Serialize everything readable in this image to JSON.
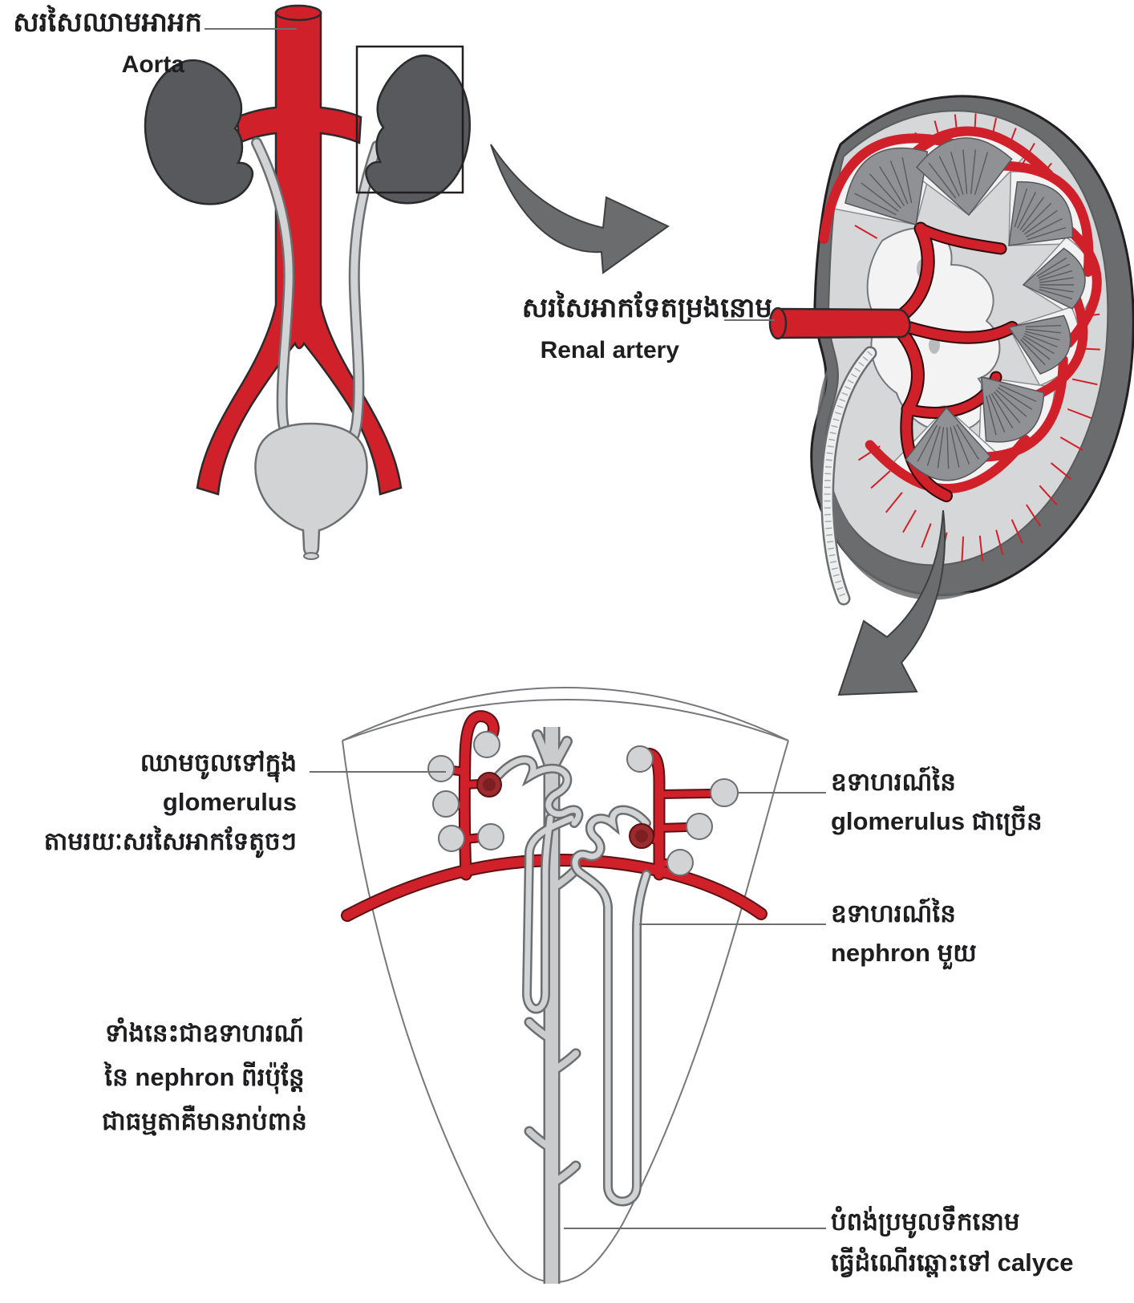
{
  "figure_title": "Kidney and nephron anatomy diagram (Khmer / English)",
  "labels": {
    "aorta": {
      "khmer": "សរសៃឈាមអាអក",
      "english": "Aorta"
    },
    "renal_artery": {
      "khmer": "សរសៃអាកទែតម្រងនោម",
      "english": "Renal artery"
    },
    "blood_to_glomerulus": {
      "line1": "ឈាមចូលទៅក្នុង glomerulus",
      "line2": "តាមរយៈសរសៃអាកទែតូចៗ"
    },
    "many_glomeruli": {
      "line1": "ឧទាហរណ៍នៃ",
      "line2": "glomerulus ជាច្រើន"
    },
    "one_nephron": {
      "line1": "ឧទាហរណ៍នៃ",
      "line2": "nephron មួយ"
    },
    "nephron_note": {
      "line1": "ទាំងនេះជាឧទាហរណ៍",
      "line2": "នៃ nephron ពីរប៉ុន្តែ",
      "line3": "ជាធម្មតាគឺមានរាប់ពាន់"
    },
    "collecting_duct": {
      "line1": "បំពង់ប្រមូលទឹកនោម",
      "line2": "ធ្វើដំណើរឆ្ពោះទៅ calyce"
    }
  },
  "colors": {
    "artery_red": "#d0202a",
    "glomerulus_dark_red": "#9b2b2e",
    "organ_dark_gray": "#58595c",
    "tube_light_gray": "#d2d3d5",
    "outline_gray": "#6d6e70",
    "arrow_gray": "#6b6c6e",
    "text_black": "#1e1e20",
    "text_gray": "#6d6e70"
  }
}
